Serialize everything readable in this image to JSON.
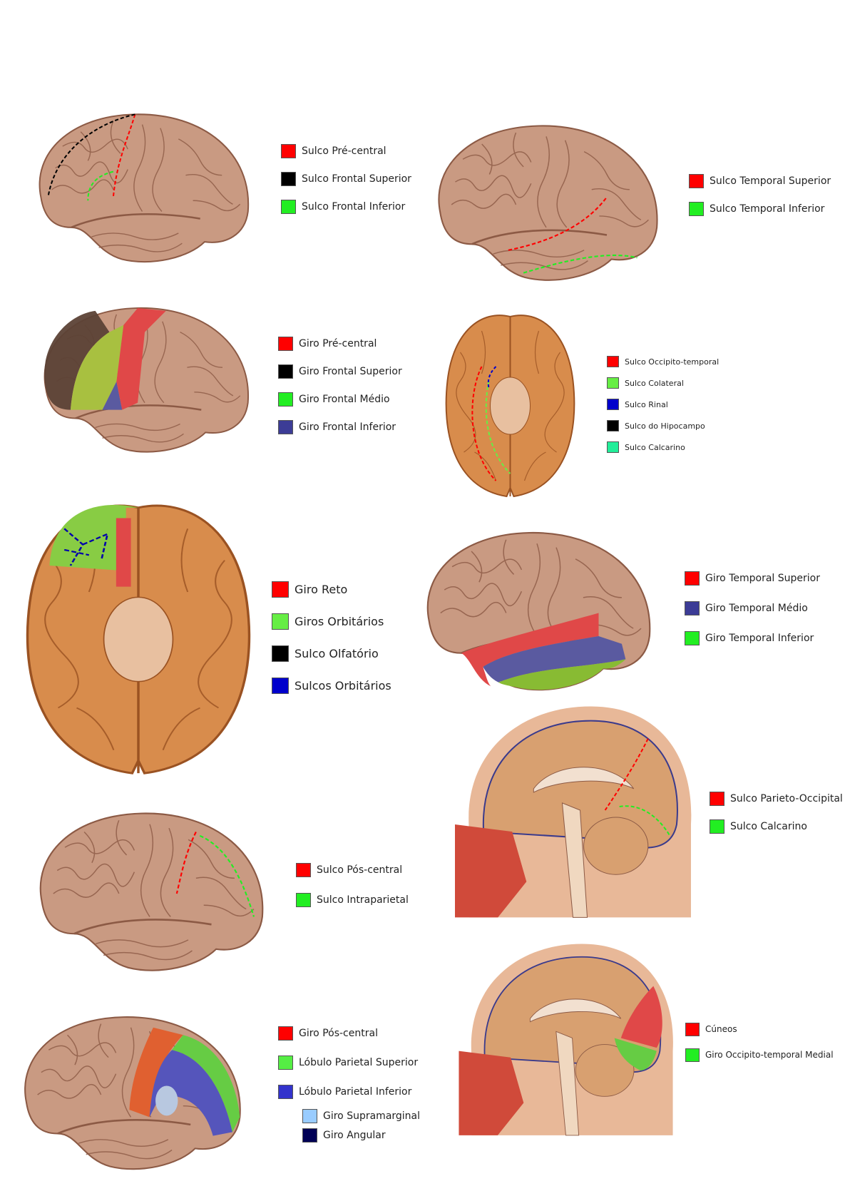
{
  "colors": {
    "skin": "#c99a82",
    "skin_dark": "#8c5a45",
    "inferior": "#d88c4c",
    "inferior_dark": "#9a5222"
  },
  "panels": [
    {
      "legend": [
        {
          "label": "Sulco Pré-central",
          "color": "#ff0000"
        },
        {
          "label": "Sulco Frontal Superior",
          "color": "#000000"
        },
        {
          "label": "Sulco Frontal Inferior",
          "color": "#22ee22"
        }
      ]
    },
    {
      "legend": [
        {
          "label": "Sulco Temporal Superior",
          "color": "#ff0000"
        },
        {
          "label": "Sulco Temporal Inferior",
          "color": "#22ee22"
        }
      ]
    },
    {
      "legend": [
        {
          "label": "Giro Pré-central",
          "color": "#ff0000"
        },
        {
          "label": "Giro Frontal Superior",
          "color": "#000000"
        },
        {
          "label": "Giro Frontal Médio",
          "color": "#22ee22"
        },
        {
          "label": "Giro Frontal Inferior",
          "color": "#3c3c96"
        }
      ]
    },
    {
      "legend": [
        {
          "label": "Sulco Occipito-temporal",
          "color": "#ff0000"
        },
        {
          "label": "Sulco Colateral",
          "color": "#66ee44"
        },
        {
          "label": "Sulco Rinal",
          "color": "#0000cc"
        },
        {
          "label": "Sulco do Hipocampo",
          "color": "#000000"
        },
        {
          "label": "Sulco Calcarino",
          "color": "#22ee99"
        }
      ]
    },
    {
      "legend": [
        {
          "label": "Giro Reto",
          "color": "#ff0000"
        },
        {
          "label": "Giros Orbitários",
          "color": "#66ee44"
        },
        {
          "label": "Sulco Olfatório",
          "color": "#000000"
        },
        {
          "label": "Sulcos Orbitários",
          "color": "#0000cc"
        }
      ]
    },
    {
      "legend": [
        {
          "label": "Giro Temporal Superior",
          "color": "#ff0000"
        },
        {
          "label": "Giro Temporal Médio",
          "color": "#3c3c96"
        },
        {
          "label": "Giro Temporal Inferior",
          "color": "#22ee22"
        }
      ]
    },
    {
      "legend": [
        {
          "label": "Sulco Parieto-Occipital",
          "color": "#ff0000"
        },
        {
          "label": "Sulco Calcarino",
          "color": "#22ee22"
        }
      ]
    },
    {
      "legend": [
        {
          "label": "Sulco Pós-central",
          "color": "#ff0000"
        },
        {
          "label": "Sulco Intraparietal",
          "color": "#22ee22"
        }
      ]
    },
    {
      "legend": [
        {
          "label": "Cúneos",
          "color": "#ff0000"
        },
        {
          "label": "Giro Occipito-temporal Medial",
          "color": "#22ee22"
        }
      ]
    },
    {
      "legend": [
        {
          "label": "Giro Pós-central",
          "color": "#ff0000"
        },
        {
          "label": "Lóbulo Parietal Superior",
          "color": "#55ee44"
        },
        {
          "label": "Lóbulo Parietal Inferior",
          "color": "#3333cc"
        },
        {
          "label": "Giro Supramarginal",
          "color": "#99ccff"
        },
        {
          "label": "Giro Angular",
          "color": "#000055"
        }
      ]
    }
  ]
}
